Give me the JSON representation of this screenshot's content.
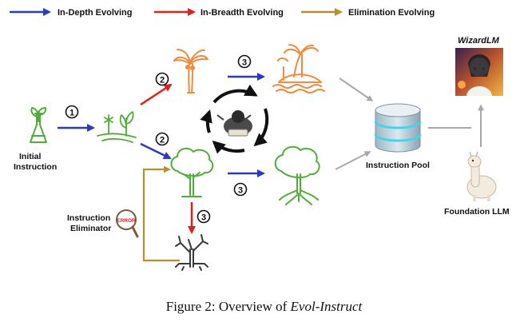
{
  "legend": [
    {
      "label": "In-Depth Evolving",
      "color": "#2b38c8"
    },
    {
      "label": "In-Breadth Evolving",
      "color": "#e0201a"
    },
    {
      "label": "Elimination Evolving",
      "color": "#b8902a"
    }
  ],
  "steps": {
    "one": "1",
    "two": "2",
    "three": "3"
  },
  "labels": {
    "initial_instruction": [
      "Initial",
      "Instruction"
    ],
    "instruction_pool": "Instruction Pool",
    "foundation_llm": "Foundation LLM",
    "instruction_eliminator": [
      "Instruction",
      "Eliminator"
    ],
    "wizardlm": "WizardLM",
    "error_badge": "ERROR"
  },
  "caption": {
    "prefix": "Figure 2: Overview of ",
    "emphasis": "Evol-Instruct"
  },
  "colors": {
    "plant_green": "#4fae38",
    "orange": "#f08a3c",
    "gray_arrow": "#a8a8a8",
    "dark_tree": "#3a3a3a"
  }
}
